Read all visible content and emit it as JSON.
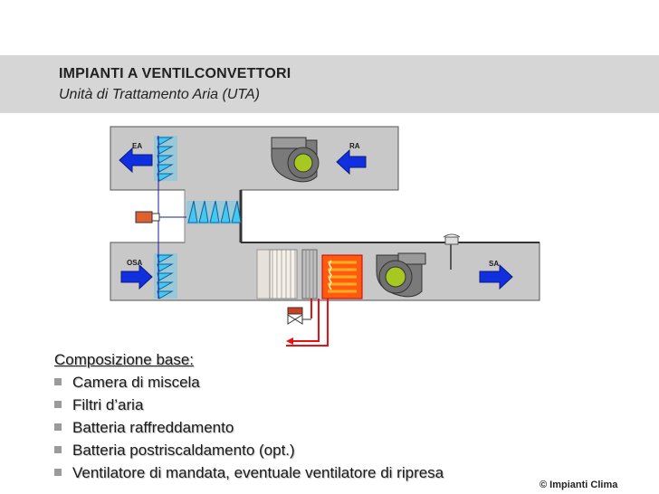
{
  "header": {
    "title": "IMPIANTI A VENTILCONVETTORI",
    "subtitle": "Unità di Trattamento Aria (UTA)"
  },
  "diagram": {
    "labels": {
      "ea": "EA",
      "ra": "RA",
      "osa": "OSA",
      "sa": "SA"
    }
  },
  "bullets": {
    "heading": "Composizione base:",
    "items": [
      "Camera di miscela",
      "Filtri d’aria",
      "Batteria raffreddamento",
      "Batteria postriscaldamento (opt.)",
      "Ventilatore di mandata, eventuale ventilatore di ripresa"
    ]
  },
  "footer": {
    "copyright": "©",
    "brand": "Impianti Clima"
  },
  "colors": {
    "duct": "#c4c4c4",
    "arrow": "#1030e0",
    "damper": "#44c8f0",
    "heating_coil": "#ff5a10",
    "pipe": "#ff2020"
  }
}
